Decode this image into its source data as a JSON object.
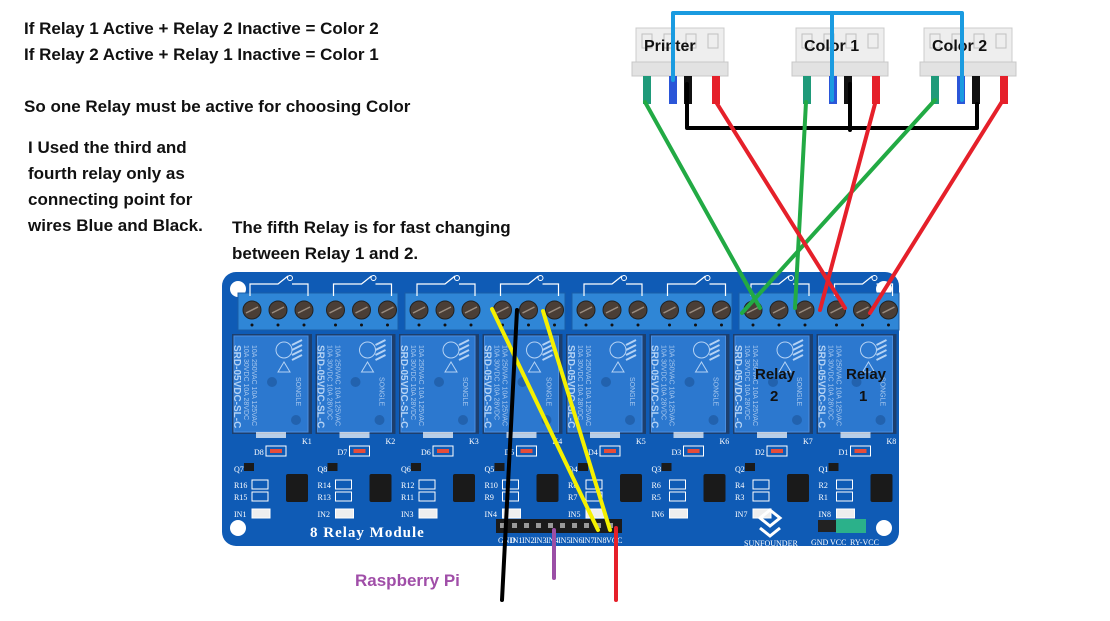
{
  "notes": {
    "line1": "If Relay 1 Active + Relay 2 Inactive = Color 2",
    "line2": "If Relay 2 Active + Relay 1 Inactive = Color 1",
    "line3": "So one Relay must be active for choosing Color",
    "used_relays": [
      "I Used the third and",
      "fourth relay only as",
      "connecting point for",
      "wires Blue and Black."
    ],
    "fifth_relay": [
      "The fifth Relay is for fast changing",
      "between Relay 1 and 2."
    ],
    "raspberry_pi": "Raspberry Pi"
  },
  "connectors": [
    {
      "label": "Printer",
      "pins": [
        "green",
        "blue",
        "black",
        "red"
      ]
    },
    {
      "label": "Color 1",
      "pins": [
        "green",
        "blue",
        "black",
        "red"
      ]
    },
    {
      "label": "Color 2",
      "pins": [
        "green",
        "blue",
        "black",
        "red"
      ]
    }
  ],
  "board": {
    "title": "8 Relay Module",
    "brand": "SUNFOUNDER",
    "relay_part": "SRD-05VDC-SL-C",
    "relay_rating_1": "10A 250VAC  10A 125VAC",
    "relay_rating_2": "10A 30VDC  10A 28VDC",
    "relay_brand": "SONGLE",
    "relay_ids": [
      "K1",
      "K2",
      "K3",
      "K4",
      "K5",
      "K6",
      "K7",
      "K8"
    ],
    "led_ids": [
      "D8",
      "D7",
      "D6",
      "D5",
      "D4",
      "D3",
      "D2",
      "D1"
    ],
    "transistor_ids": [
      "Q7",
      "Q8",
      "Q6",
      "Q5",
      "Q4",
      "Q3",
      "Q2",
      "Q1"
    ],
    "resistor_pairs": [
      [
        "R16",
        "R15"
      ],
      [
        "R14",
        "R13"
      ],
      [
        "R12",
        "R11"
      ],
      [
        "R10",
        "R9"
      ],
      [
        "R8",
        "R7"
      ],
      [
        "R6",
        "R5"
      ],
      [
        "R4",
        "R3"
      ],
      [
        "R2",
        "R1"
      ]
    ],
    "input_leds": [
      "IN1",
      "IN2",
      "IN3",
      "IN4",
      "IN5",
      "IN6",
      "IN7",
      "IN8"
    ],
    "header_pins": [
      "GND",
      "IN1",
      "IN2",
      "IN3",
      "IN4",
      "IN5",
      "IN6",
      "IN7",
      "IN8",
      "VCC"
    ],
    "jumper_pins": [
      "GND",
      "VCC",
      "RY-VCC"
    ]
  },
  "relay_annotations": [
    {
      "line1": "Relay",
      "line2": "2"
    },
    {
      "line1": "Relay",
      "line2": "1"
    }
  ],
  "colors": {
    "board": "#0f5bb5",
    "terminal": "#2f86d6",
    "relay_body": "#2c78cf",
    "wire_green": "#22aa44",
    "wire_red": "#e5202a",
    "wire_black": "#000000",
    "wire_blue": "#1a9be0",
    "wire_yellow": "#f5f000",
    "wire_purple": "#9b4fa6",
    "pi_label": "#a04ea8"
  }
}
